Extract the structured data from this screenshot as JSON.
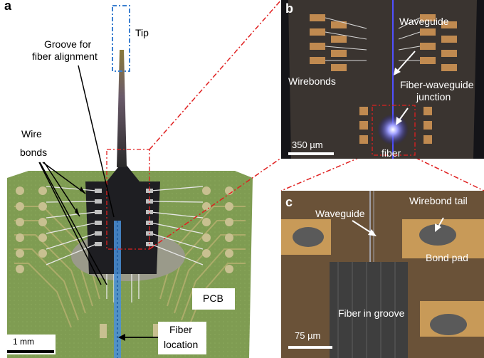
{
  "panel_a": {
    "label": "a",
    "annotations": {
      "tip": "Tip",
      "groove_line1": "Groove for",
      "groove_line2": "fiber alignment",
      "wire_line1": "Wire",
      "wire_line2": "bonds",
      "pcb": "PCB",
      "fiber_line1": "Fiber",
      "fiber_line2": "location"
    },
    "scale_bar": "1 mm"
  },
  "panel_b": {
    "label": "b",
    "annotations": {
      "waveguide": "Waveguide",
      "wirebonds": "Wirebonds",
      "junction_line1": "Fiber-waveguide",
      "junction_line2": "junction",
      "fiber": "fiber"
    },
    "scale_bar": "350 µm"
  },
  "panel_c": {
    "label": "c",
    "annotations": {
      "waveguide": "Waveguide",
      "wirebond_tail": "Wirebond tail",
      "bond_pad": "Bond pad",
      "fiber_in_groove": "Fiber in groove"
    },
    "scale_bar": "75 µm"
  },
  "colors": {
    "pcb_green": "#7c9a4e",
    "inset_red": "#e02020",
    "tip_blue": "#3a7fd0"
  }
}
